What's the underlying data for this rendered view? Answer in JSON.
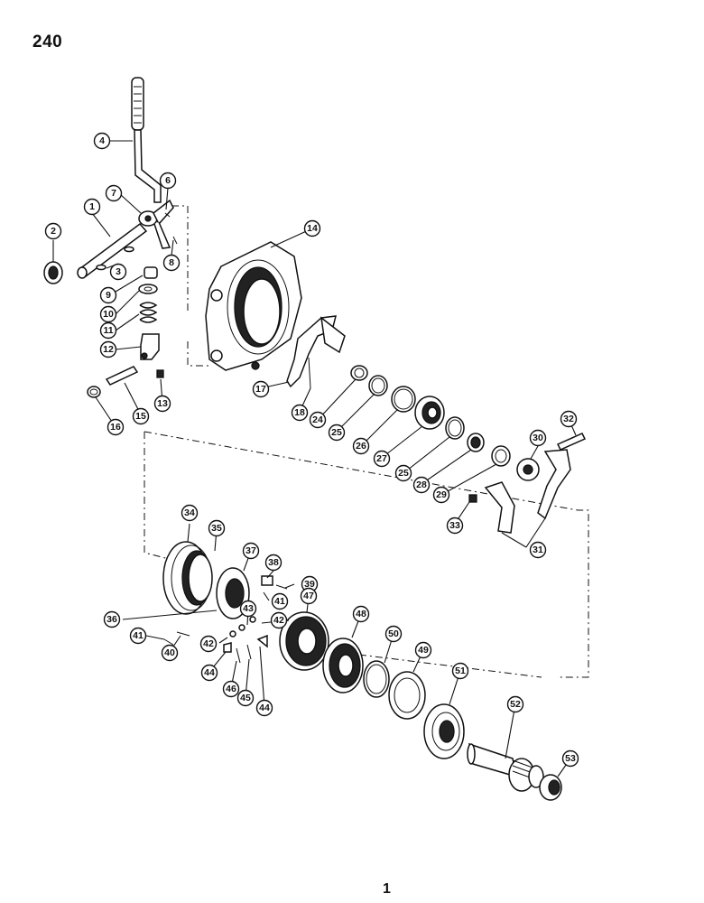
{
  "page": {
    "number": "240",
    "footer_mark": "1"
  },
  "callouts": [
    "1",
    "2",
    "3",
    "4",
    "6",
    "7",
    "8",
    "9",
    "10",
    "11",
    "12",
    "13",
    "14",
    "15",
    "16",
    "17",
    "18",
    "24",
    "25",
    "25",
    "26",
    "27",
    "28",
    "29",
    "30",
    "31",
    "32",
    "33",
    "34",
    "35",
    "36",
    "37",
    "38",
    "39",
    "40",
    "41",
    "41",
    "42",
    "42",
    "43",
    "44",
    "44",
    "45",
    "46",
    "47",
    "48",
    "49",
    "50",
    "51",
    "52",
    "53"
  ]
}
